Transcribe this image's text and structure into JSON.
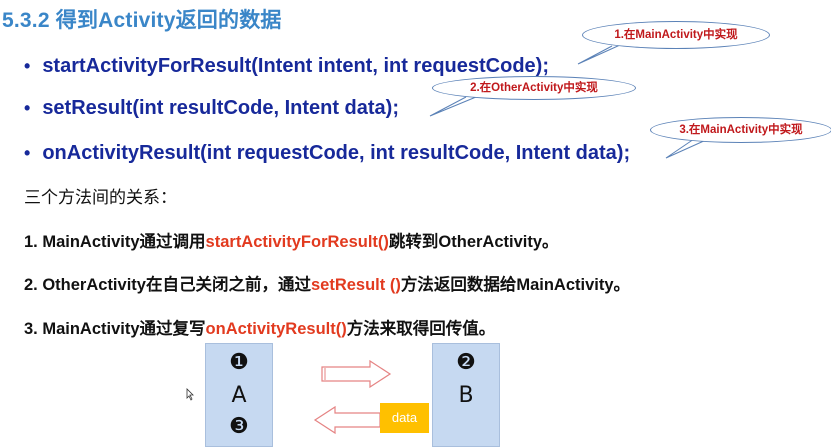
{
  "title": "5.3.2 得到Activity返回的数据",
  "bullets": [
    {
      "text": "startActivityForResult(Intent intent, int requestCode);",
      "callout": "1.在MainActivity中实现"
    },
    {
      "text": "setResult(int resultCode, Intent data);",
      "callout": "2.在OtherActivity中实现"
    },
    {
      "text": "onActivityResult(int requestCode, int resultCode, Intent data);",
      "callout": "3.在MainActivity中实现"
    }
  ],
  "relation_heading": "三个方法间的关系：",
  "steps": [
    {
      "pre": "1. MainActivity通过调用",
      "hl": "startActivityForResult()",
      "post": "跳转到OtherActivity。"
    },
    {
      "pre": "2. OtherActivity在自己关闭之前，通过",
      "hl": "setResult ()",
      "post": "方法返回数据给MainActivity。"
    },
    {
      "pre": "3. MainActivity通过复写",
      "hl": "onActivityResult()",
      "post": "方法来取得回传值。"
    }
  ],
  "diagram": {
    "box_a": {
      "top": "❶",
      "letter": "A",
      "bottom": "❸"
    },
    "box_b": {
      "top": "❷",
      "letter": "B"
    },
    "data_tag": "data"
  },
  "colors": {
    "title": "#3a86c8",
    "methods": "#17299a",
    "callout_text": "#c0181b",
    "highlight": "#e23a1f",
    "box": "#c6d9f1",
    "tag": "#ffc000"
  }
}
